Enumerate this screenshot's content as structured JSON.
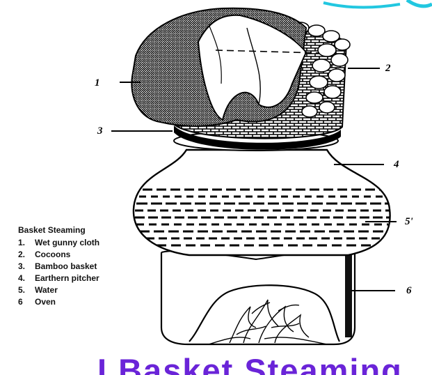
{
  "diagram": {
    "part_numbers": [
      "1",
      "2",
      "3",
      "4",
      "5'",
      "6"
    ],
    "legend": {
      "title": "Basket Steaming",
      "items": [
        {
          "num": "1.",
          "text": "Wet gunny cloth"
        },
        {
          "num": "2.",
          "text": "Cocoons"
        },
        {
          "num": "3.",
          "text": "Bamboo basket"
        },
        {
          "num": "4.",
          "text": "Earthern pitcher"
        },
        {
          "num": "5.",
          "text": "Water"
        },
        {
          "num": "6",
          "text": "Oven"
        }
      ]
    }
  },
  "bottom_title": "I.Basket Steaming",
  "colors": {
    "title": "#6a24d8",
    "decor": "#22c7e0",
    "ink": "#000000"
  }
}
